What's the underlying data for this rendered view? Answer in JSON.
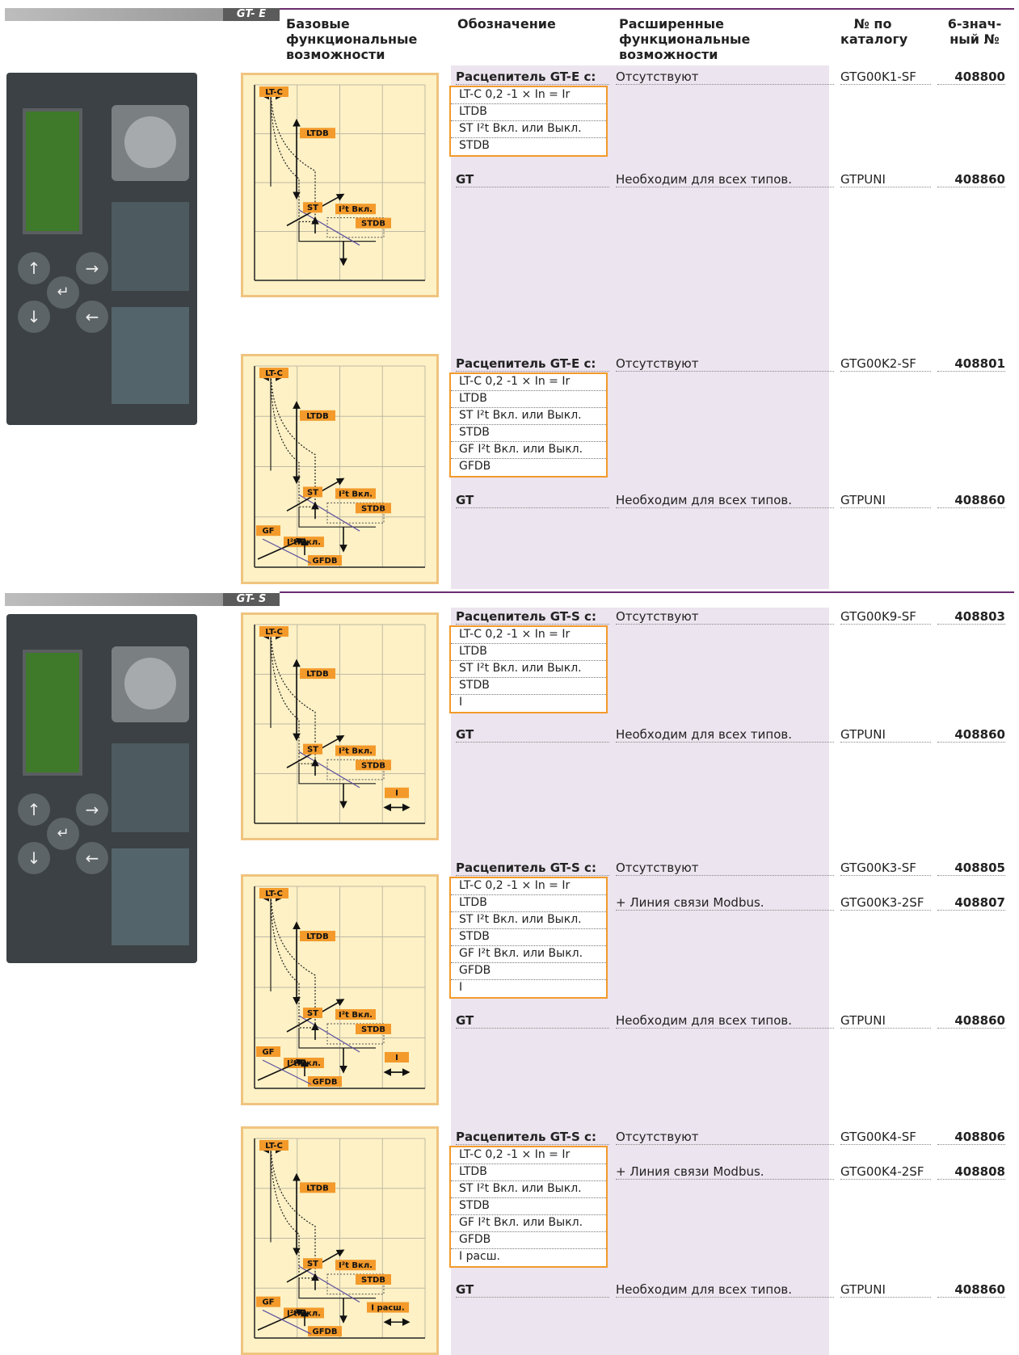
{
  "sections": [
    {
      "tag": "GT- E"
    },
    {
      "tag": "GT- S"
    }
  ],
  "headers": {
    "basic": [
      "Базовые",
      "функциональные",
      "возможности"
    ],
    "designation": "Обозначение",
    "extended": [
      "Расширенные",
      "функциональные",
      "возможности"
    ],
    "catalog": [
      "№ по",
      "каталогу"
    ],
    "code": [
      "6-знач-",
      "ный №"
    ]
  },
  "common": {
    "gt": "GT",
    "needed": "Необходим для всех типов.",
    "gtpuni": "GTPUNI",
    "gtpuni_code": "408860",
    "none": "Отсутствуют",
    "modbus": "+ Линия связи Modbus."
  },
  "groups": [
    {
      "title": "Расцепитель GT-E с:",
      "catalog": "GTG00K1-SF",
      "code": "408800",
      "features": [
        "LT-C 0,2 -1 × In = Ir",
        "LTDB",
        "ST I²t Вкл. или Выкл.",
        "STDB"
      ]
    },
    {
      "title": "Расцепитель GT-E с:",
      "catalog": "GTG00K2-SF",
      "code": "408801",
      "features": [
        "LT-C 0,2 -1 × In = Ir",
        "LTDB",
        "ST I²t Вкл. или Выкл.",
        "STDB",
        "GF I²t Вкл. или Выкл.",
        "GFDB"
      ]
    },
    {
      "title": "Расцепитель GT-S с:",
      "catalog": "GTG00K9-SF",
      "code": "408803",
      "features": [
        "LT-C 0,2 -1 × In = Ir",
        "LTDB",
        "ST I²t Вкл. или Выкл.",
        "STDB",
        "I"
      ]
    },
    {
      "title": "Расцепитель GT-S с:",
      "catalog": "GTG00K3-SF",
      "code": "408805",
      "catalog2": "GTG00K3-2SF",
      "code2": "408807",
      "features": [
        "LT-C 0,2 -1 × In = Ir",
        "LTDB",
        "ST I²t Вкл. или Выкл.",
        "STDB",
        "GF I²t Вкл. или Выкл.",
        "GFDB",
        "I"
      ]
    },
    {
      "title": "Расцепитель GT-S с:",
      "catalog": "GTG00K4-SF",
      "code": "408806",
      "catalog2": "GTG00K4-2SF",
      "code2": "408808",
      "features": [
        "LT-C 0,2 -1 × In = Ir",
        "LTDB",
        "ST I²t Вкл. или Выкл.",
        "STDB",
        "GF I²t Вкл. или Выкл.",
        "GFDB",
        "I расш."
      ]
    }
  ],
  "chart_labels": {
    "ltc": "LT-C",
    "ltdb": "LTDB",
    "st": "ST",
    "i2t": "I²t Вкл.",
    "stdb": "STDB",
    "gf": "GF",
    "gfdb": "GFDB",
    "i": "I",
    "iext": "I расш."
  },
  "colors": {
    "accent": "#f39a2b",
    "purple": "#6b2c6e",
    "column_bg": "#ece4ee",
    "chart_bg": "#fdf1c5"
  }
}
